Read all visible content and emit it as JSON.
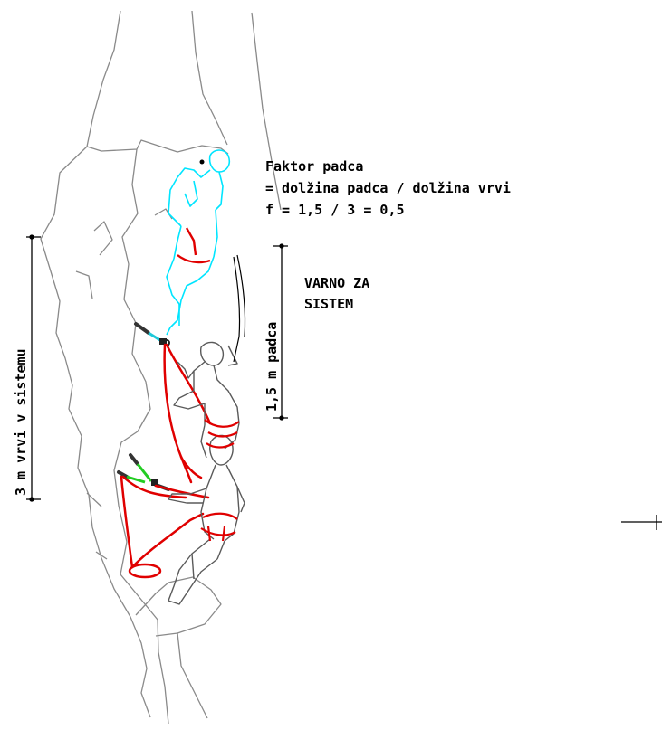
{
  "formula": {
    "line1": "Faktor padca",
    "line2": "= dolžina padca / dolžina vrvi",
    "line3": "f = 1,5 / 3 = 0,5"
  },
  "safety_note": {
    "line1": "VARNO ZA",
    "line2": "SISTEM"
  },
  "dimensions": {
    "rope_in_system": "3 m vrvi v sistemu",
    "fall_length": "1,5 m padca"
  },
  "colors": {
    "rock_outline": "#8a8a8a",
    "climber_falling": "#00e5ff",
    "climber_outline": "#5a5a5a",
    "rope": "#e00000",
    "sling_top": "#1ec8d8",
    "sling_anchor": "#22cc22",
    "dimension_line": "#000000"
  }
}
